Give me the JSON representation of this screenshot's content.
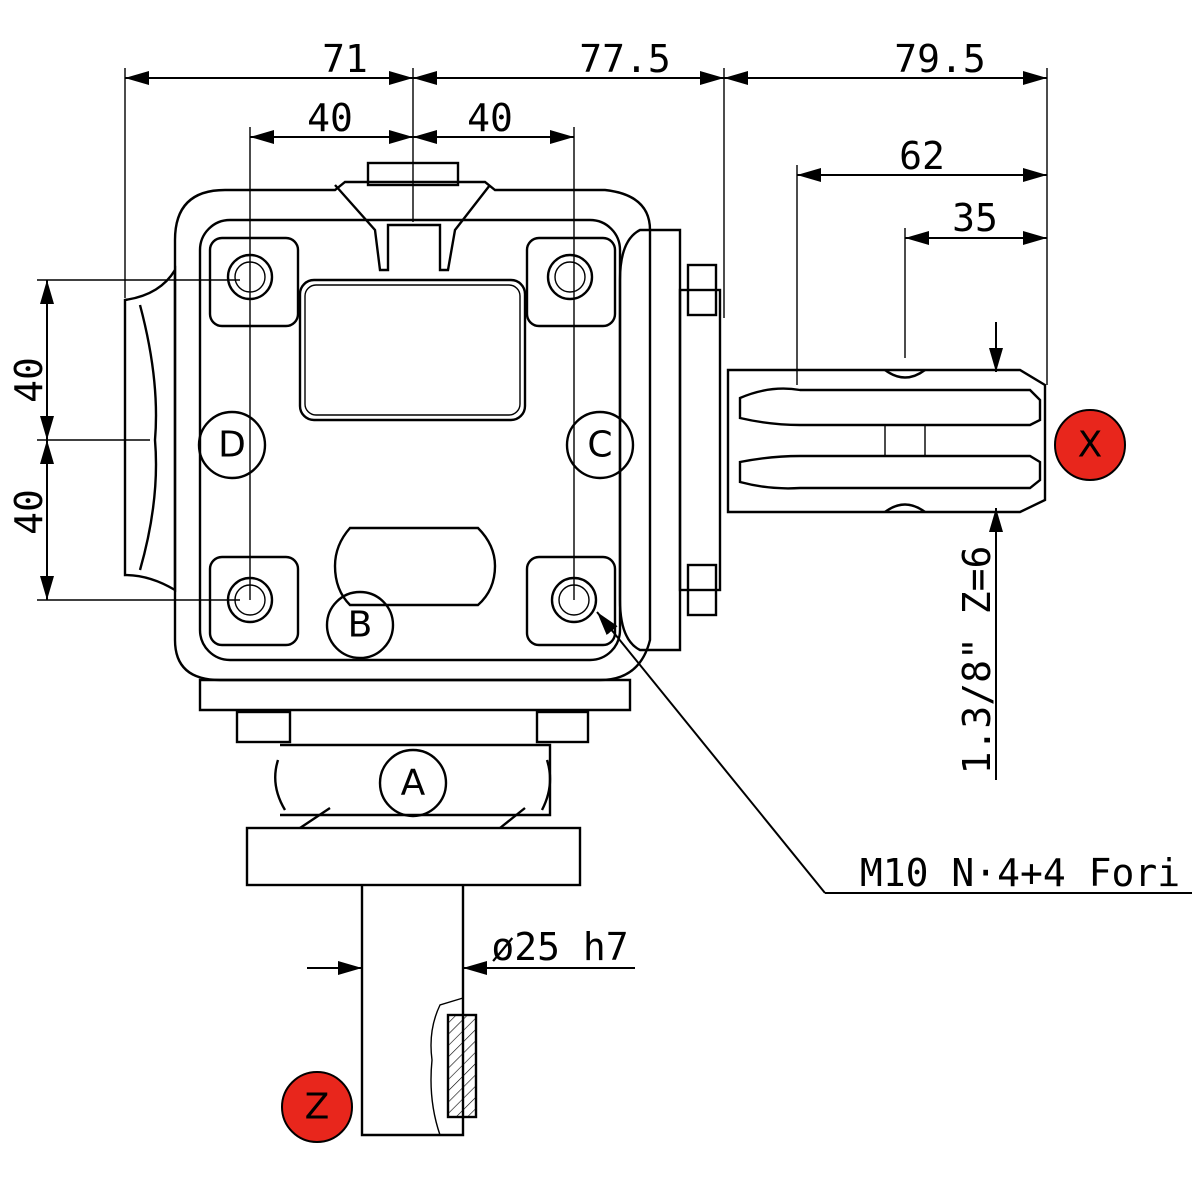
{
  "dimensions": {
    "top_left_71": "71",
    "top_mid_77_5": "77.5",
    "top_right_79_5": "79.5",
    "bolt_left_40": "40",
    "bolt_right_40": "40",
    "shaft_62": "62",
    "shaft_35": "35",
    "vertical_top_40": "40",
    "vertical_bottom_40": "40",
    "spline_spec": "1.3/8\" Z=6",
    "shaft_diameter": "ø25 h7"
  },
  "callouts": {
    "bolt_note": "M10 N·4+4 Fori"
  },
  "face_labels": {
    "a": "A",
    "b": "B",
    "c": "C",
    "d": "D"
  },
  "shaft_labels": {
    "x": "X",
    "z": "Z"
  },
  "colors": {
    "shaft_marker": "#e8261c",
    "line": "#000000"
  }
}
